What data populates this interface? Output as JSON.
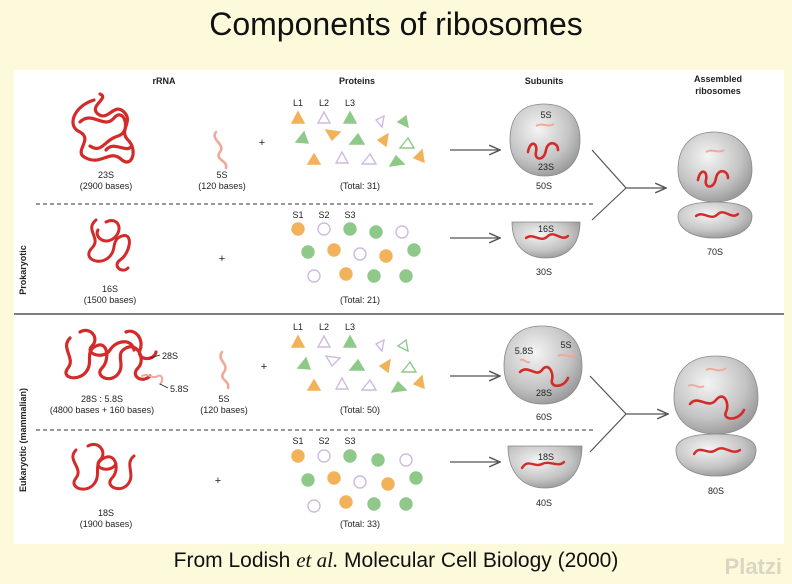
{
  "title": "Components of ribosomes",
  "caption": {
    "prefix": "From Lodish ",
    "italic": "et al.",
    "suffix": " Molecular Cell Biology (2000)"
  },
  "watermark": "Platzi",
  "headers": {
    "rrna": "rRNA",
    "proteins": "Proteins",
    "subunits": "Subunits",
    "assembled_1": "Assembled",
    "assembled_2": "ribosomes"
  },
  "side_labels": {
    "prokaryotic": "Prokaryotic",
    "eukaryotic": "Eukaryotic (mammalian)"
  },
  "plus": "+",
  "prokaryotic": {
    "large": {
      "rrna_name": "23S",
      "rrna_bases": "(2900 bases)",
      "small_name": "5S",
      "small_bases": "(120 bases)",
      "protein_labels": [
        "L1",
        "L2",
        "L3"
      ],
      "protein_total": "(Total:  31)",
      "subunit_5s": "5S",
      "subunit_23s": "23S",
      "subunit": "50S"
    },
    "small": {
      "rrna_name": "16S",
      "rrna_bases": "(1500 bases)",
      "protein_labels": [
        "S1",
        "S2",
        "S3"
      ],
      "protein_total": "(Total:  21)",
      "subunit_16s": "16S",
      "subunit": "30S"
    },
    "assembled": "70S"
  },
  "eukaryotic": {
    "large": {
      "rrna_28s": "28S",
      "rrna_58s": "5.8S",
      "rrna_name": "28S : 5.8S",
      "rrna_bases": "(4800 bases + 160 bases)",
      "small_name": "5S",
      "small_bases": "(120 bases)",
      "protein_labels": [
        "L1",
        "L2",
        "L3"
      ],
      "protein_total": "(Total:  50)",
      "subunit_58s": "5.8S",
      "subunit_5s": "5S",
      "subunit_28s": "28S",
      "subunit": "60S"
    },
    "small": {
      "rrna_name": "18S",
      "rrna_bases": "(1900 bases)",
      "protein_labels": [
        "S1",
        "S2",
        "S3"
      ],
      "protein_total": "(Total:  33)",
      "subunit_18s": "18S",
      "subunit": "40S"
    },
    "assembled": "80S"
  },
  "colors": {
    "rrna": "#d42a2a",
    "small_rrna": "#f0a89a",
    "orange": "#f2b25a",
    "green": "#8ec98a",
    "purple": "#cdbbe0",
    "subunit": "#c8c8c8"
  }
}
